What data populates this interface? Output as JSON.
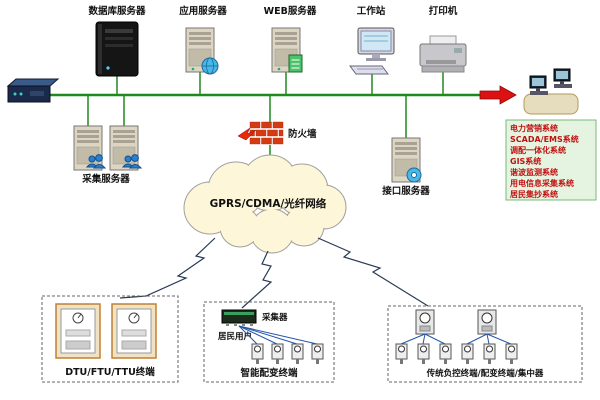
{
  "diagram": {
    "top_nodes": {
      "database_server": "数据库服务器",
      "app_server": "应用服务器",
      "web_server": "WEB服务器",
      "workstation": "工作站",
      "printer": "打印机"
    },
    "mid_nodes": {
      "collection_server": "采集服务器",
      "firewall": "防火墙",
      "interface_server": "接口服务器"
    },
    "cloud_label": "GPRS/CDMA/光纤网络",
    "systems": [
      "电力营销系统",
      "SCADA/EMS系统",
      "调配一体化系统",
      "GIS系统",
      "谐波监测系统",
      "用电信息采集系统",
      "居民集抄系统"
    ],
    "field": {
      "collector": "采集器",
      "resident_user": "居民用户",
      "dtu_terminal": "DTU/FTU/TTU终端",
      "smart_terminal": "智能配变终端",
      "traditional_terminal": "传统负控终端/配变终端/集中器"
    },
    "colors": {
      "bus_line": "#1e8a1e",
      "systems_text": "#c11111",
      "arrow": "#dd1111"
    }
  }
}
